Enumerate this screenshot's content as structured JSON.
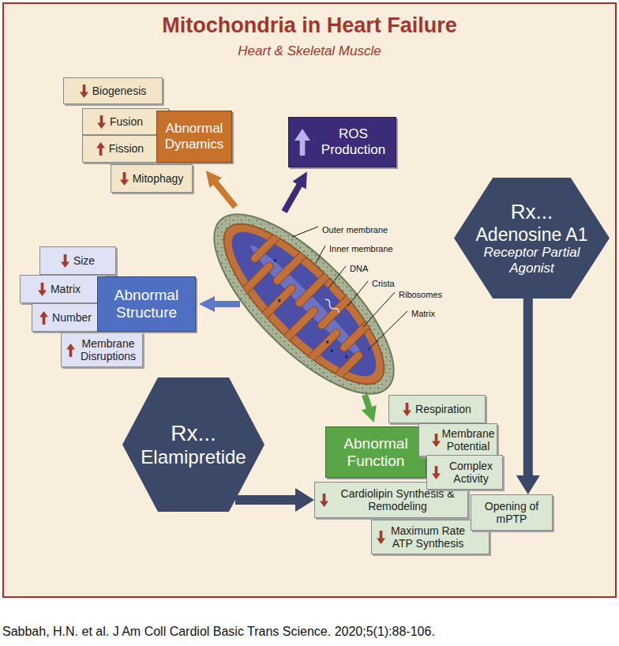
{
  "diagram": {
    "title": "Mitochondria in Heart Failure",
    "caption": "Sabbah, H.N. et al. J Am Coll Cardiol Basic Trans Science. 2020;5(1):88-106.",
    "nodes": [
      {
        "text": [
          "Biogenesis"
        ]
      },
      {
        "text": [
          "Fusion"
        ]
      },
      {
        "text": [
          "Abnormal Dynamics"
        ]
      },
      {
        "text": [
          "Fission"
        ]
      },
      {
        "text": [
          "Mitophagy"
        ]
      },
      {
        "text": [
          "ROS Production"
        ]
      },
      {
        "text": [
          "Rx...",
          "Adenosine A1",
          "Receptor Partial Agonist"
        ]
      },
      {
        "text": [
          "Size"
        ]
      },
      {
        "text": [
          "Matrix"
        ]
      },
      {
        "text": [
          "Abnormal Structure"
        ]
      },
      {
        "text": [
          "Number"
        ]
      },
      {
        "text": [
          "Membrane Disruptions"
        ]
      },
      {
        "text": [
          "Rx...",
          "Elamipretide"
        ]
      },
      {
        "text": [
          "Respiration"
        ]
      },
      {
        "text": [
          "Abnormal Function"
        ]
      },
      {
        "text": [
          "Membrane Potential"
        ]
      },
      {
        "text": [
          "Complex Activity"
        ]
      },
      {
        "text": [
          "Cardiolipin Synthesis & Remodeling"
        ]
      },
      {
        "text": [
          "Opening of mPTP"
        ]
      },
      {
        "text": [
          "Maximum Rate ATP Synthesis"
        ]
      }
    ],
    "edges": [
      {
        "from": 12,
        "to": 17,
        "arrow": "to"
      },
      {
        "from": 6,
        "to": 18,
        "arrow": "to"
      }
    ],
    "labels": [
      "Heart & Skeletal Muscle",
      "Outer membrane",
      "Inner membrane",
      "DNA",
      "Crista",
      "Ribosomes",
      "Matrix"
    ]
  }
}
